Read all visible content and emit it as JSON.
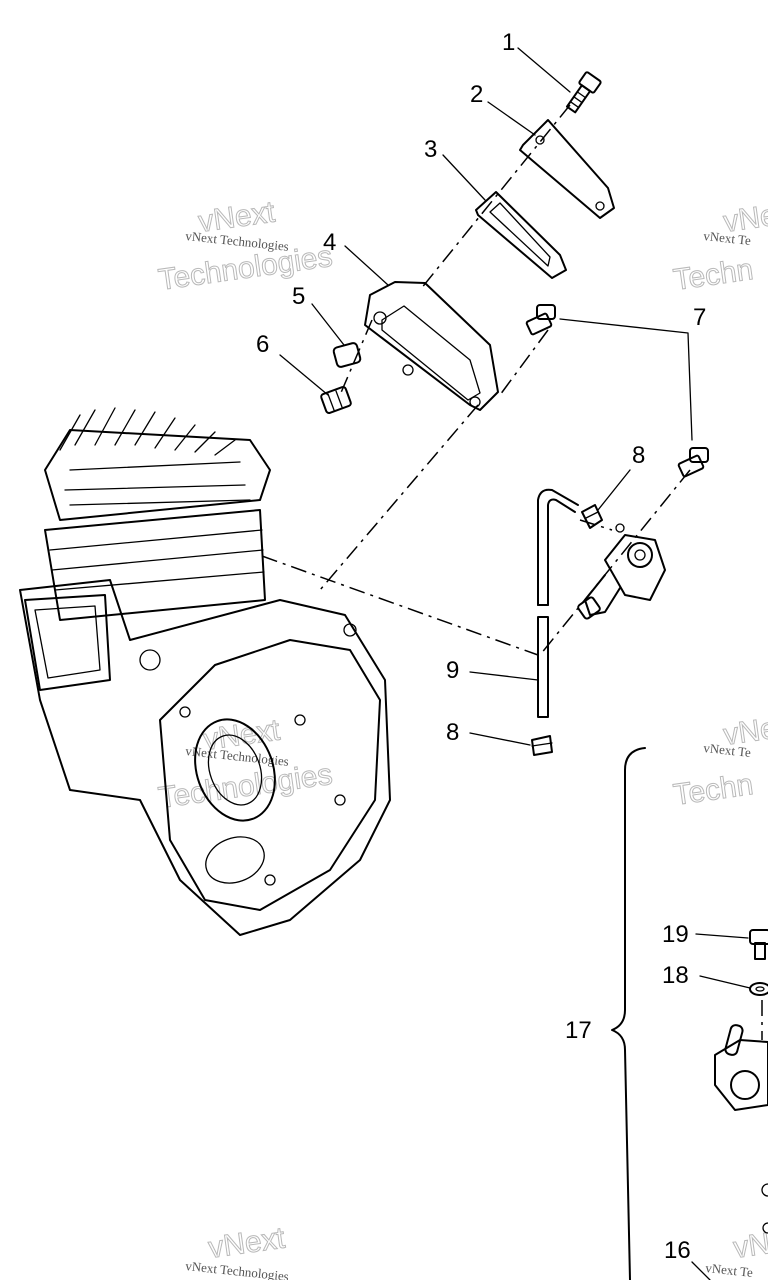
{
  "diagram": {
    "callouts": {
      "c1": "1",
      "c2": "2",
      "c3": "3",
      "c4": "4",
      "c5": "5",
      "c6": "6",
      "c7": "7",
      "c8a": "8",
      "c8b": "8",
      "c9": "9",
      "c16": "16",
      "c17": "17",
      "c18": "18",
      "c19": "19"
    },
    "watermark": {
      "line_small": "vNext Technologies",
      "line_small_cut": "vNext Te",
      "word_vnext": "vNext",
      "word_tech": "Technologies",
      "word_tech_cut": "Techn"
    }
  }
}
